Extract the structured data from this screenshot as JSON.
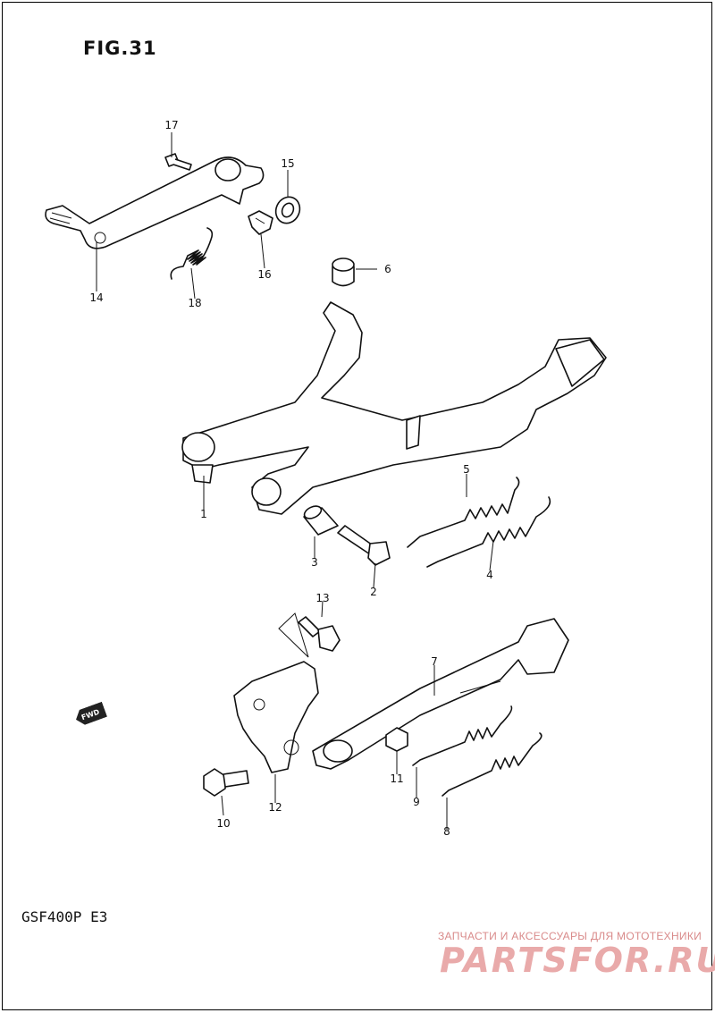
{
  "figure": {
    "title": "FIG.31",
    "model": "GSF400P  E3"
  },
  "fwd_label": "FWD",
  "callouts": [
    {
      "id": "c1",
      "text": "1"
    },
    {
      "id": "c2",
      "text": "2"
    },
    {
      "id": "c3",
      "text": "3"
    },
    {
      "id": "c4",
      "text": "4"
    },
    {
      "id": "c5",
      "text": "5"
    },
    {
      "id": "c6",
      "text": "6"
    },
    {
      "id": "c7",
      "text": "7"
    },
    {
      "id": "c8",
      "text": "8"
    },
    {
      "id": "c9",
      "text": "9"
    },
    {
      "id": "c10",
      "text": "10"
    },
    {
      "id": "c11",
      "text": "11"
    },
    {
      "id": "c12",
      "text": "12"
    },
    {
      "id": "c13",
      "text": "13"
    },
    {
      "id": "c14",
      "text": "14"
    },
    {
      "id": "c15",
      "text": "15"
    },
    {
      "id": "c16",
      "text": "16"
    },
    {
      "id": "c17",
      "text": "17"
    },
    {
      "id": "c18",
      "text": "18"
    }
  ],
  "watermark": {
    "tagline": "ЗАПЧАСТИ И АКСЕССУАРЫ ДЛЯ МОТОТЕХНИКИ",
    "brand": "PARTSFOR.RU"
  }
}
